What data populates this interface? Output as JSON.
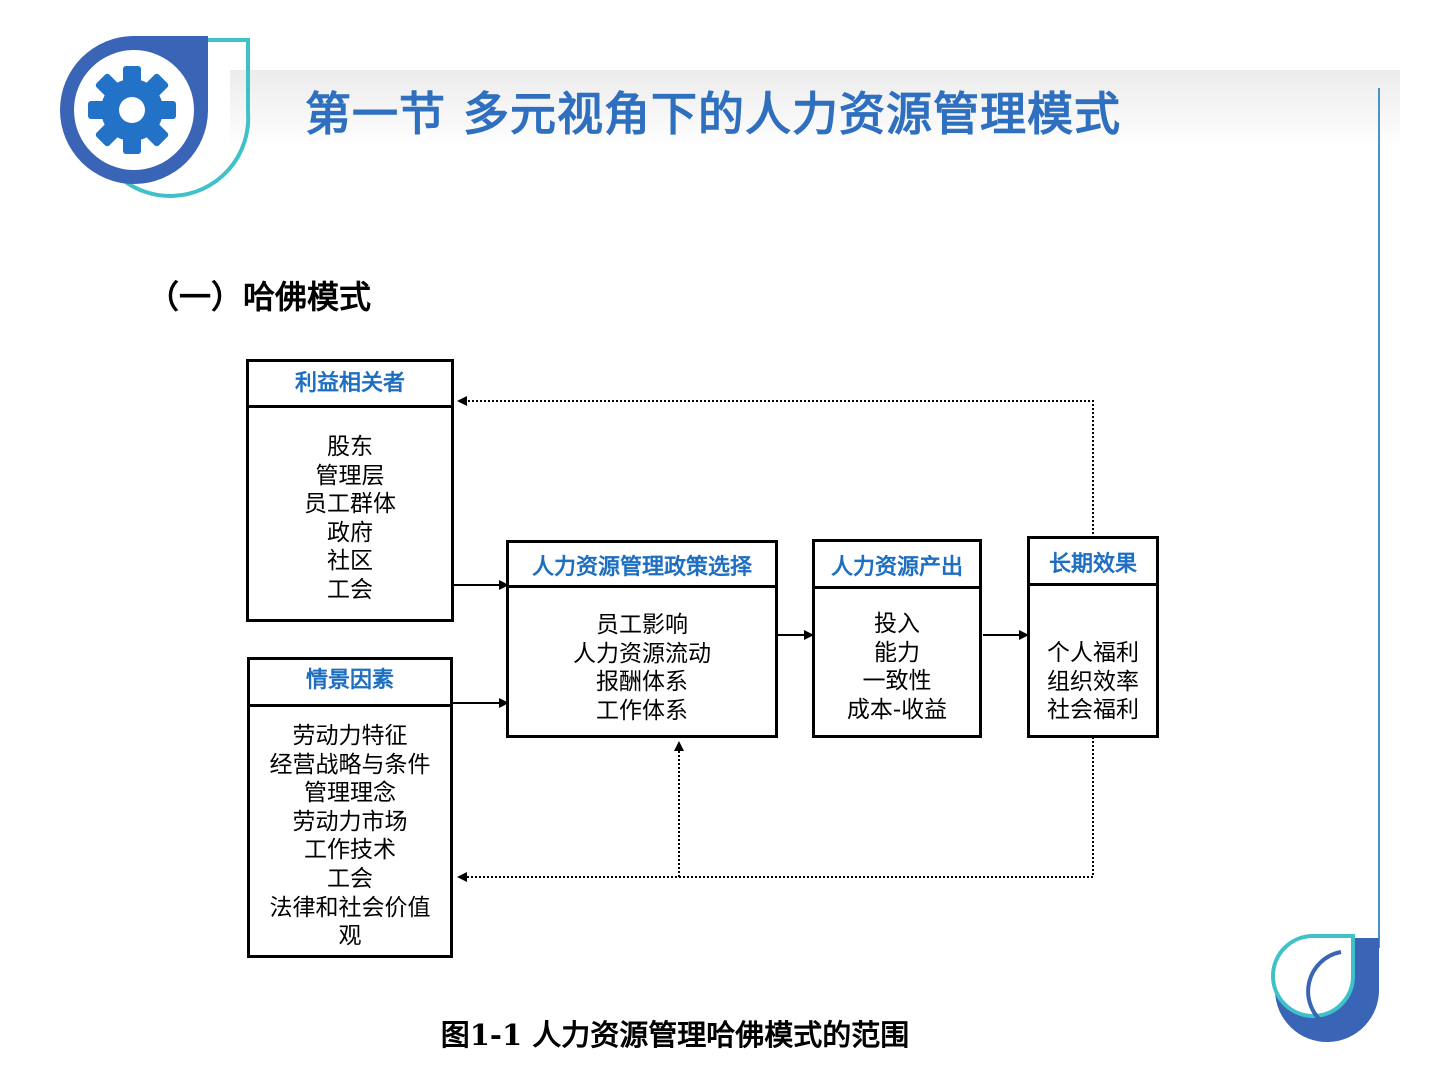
{
  "header": {
    "title": "第一节  多元视角下的人力资源管理模式",
    "icon": "gear-icon"
  },
  "section": {
    "title": "（一）哈佛模式"
  },
  "boxes": {
    "stakeholders": {
      "title": "利益相关者",
      "items": [
        "股东",
        "管理层",
        "员工群体",
        "政府",
        "社区",
        "工会"
      ]
    },
    "situational": {
      "title": "情景因素",
      "items": [
        "劳动力特征",
        "经营战略与条件",
        "管理理念",
        "劳动力市场",
        "工作技术",
        "工会",
        "法律和社会价值",
        "观"
      ]
    },
    "policy": {
      "title": "人力资源管理政策选择",
      "items": [
        "员工影响",
        "人力资源流动",
        "报酬体系",
        "工作体系"
      ]
    },
    "outcomes": {
      "title": "人力资源产出",
      "items": [
        "投入",
        "能力",
        "一致性",
        "成本-收益"
      ]
    },
    "longterm": {
      "title": "长期效果",
      "items": [
        "个人福利",
        "组织效率",
        "社会福利"
      ]
    }
  },
  "caption": "图1-1    人力资源管理哈佛模式的范围",
  "colors": {
    "accent": "#2f6fbf",
    "box_title": "#1f6fc1",
    "teal": "#3fc1c9",
    "ring": "#3a64b5"
  }
}
